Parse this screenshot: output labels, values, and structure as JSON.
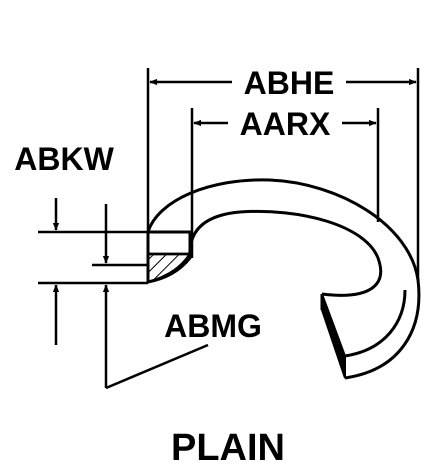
{
  "diagram": {
    "labels": {
      "abhe": "ABHE",
      "aarx": "AARX",
      "abkw": "ABKW",
      "abmg": "ABMG"
    },
    "caption": "PLAIN",
    "colors": {
      "ink": "#000000",
      "paper": "#ffffff"
    }
  }
}
